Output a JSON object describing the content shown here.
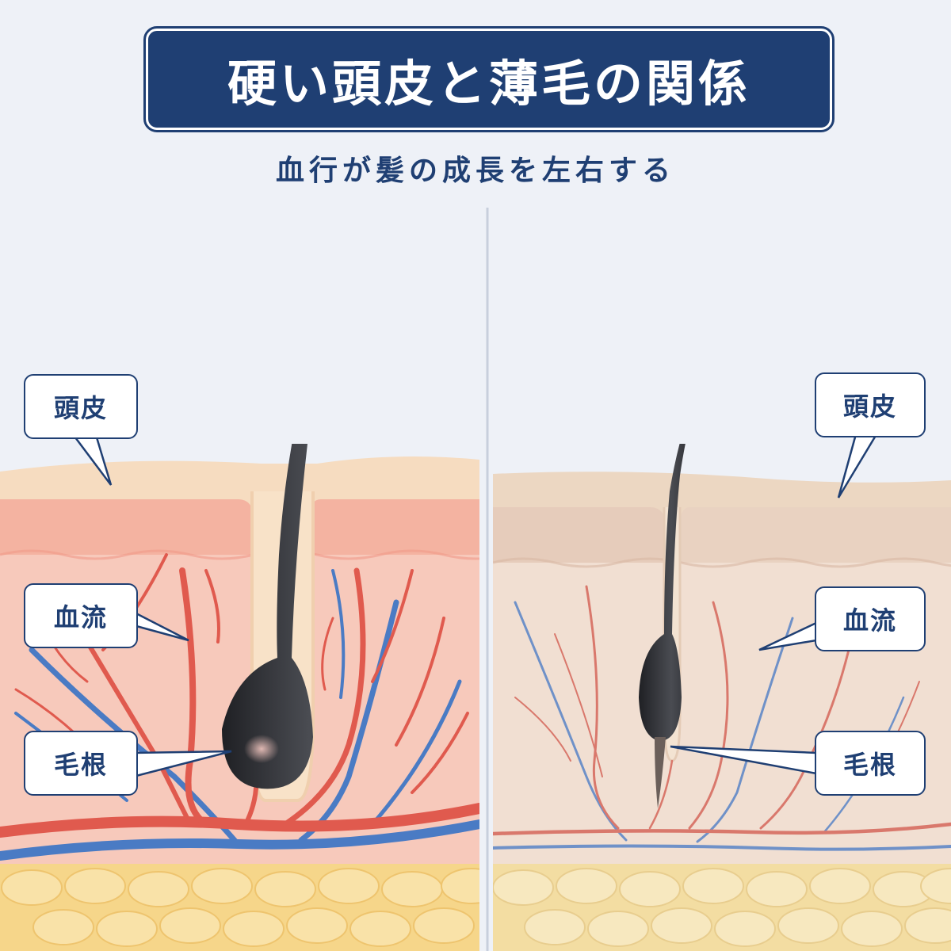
{
  "title": "硬い頭皮と薄毛の関係",
  "subtitle": "血行が髪の成長を左右する",
  "left_panel": {
    "labels": {
      "scalp": "頭皮",
      "blood_flow": "血流",
      "hair_root": "毛根"
    }
  },
  "right_panel": {
    "labels": {
      "scalp": "頭皮",
      "blood_flow": "血流",
      "hair_root": "毛根"
    }
  },
  "colors": {
    "title_bg": "#1f3f73",
    "artery": "#e05a4e",
    "vein": "#4a7bc4",
    "hair": "#2e2f33",
    "fat": "#f6d68a"
  }
}
